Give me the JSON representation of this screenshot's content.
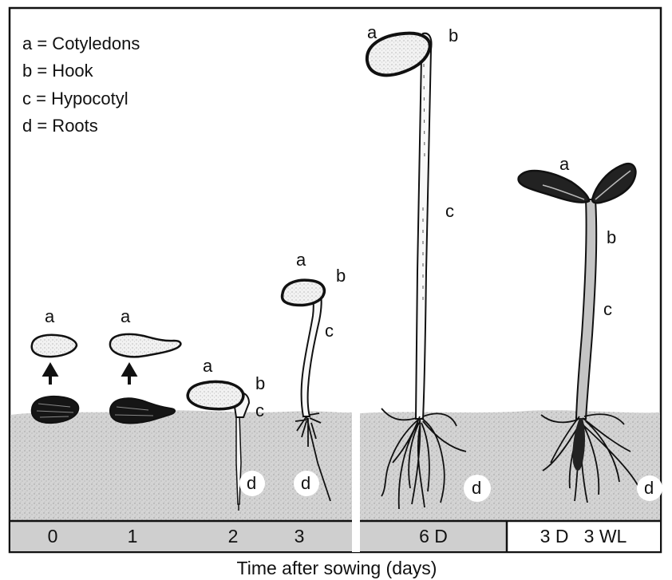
{
  "legend": [
    "a = Cotyledons",
    "b = Hook",
    "c = Hypocotyl",
    "d = Roots"
  ],
  "stages": {
    "s0": "0",
    "s1": "1",
    "s2": "2",
    "s3": "3",
    "s6": "6 D",
    "light": "3 D   3 WL"
  },
  "caption": "Time after sowing (days)",
  "part_labels": {
    "a": "a",
    "b": "b",
    "c": "c",
    "d": "d"
  },
  "colors": {
    "soil": "#d2d2d2",
    "stage_bar_dark": "#cfcfcf",
    "stage_bar_light": "#ffffff",
    "ink": "#111111",
    "light_seedling_fill": "#c8c8c8"
  }
}
